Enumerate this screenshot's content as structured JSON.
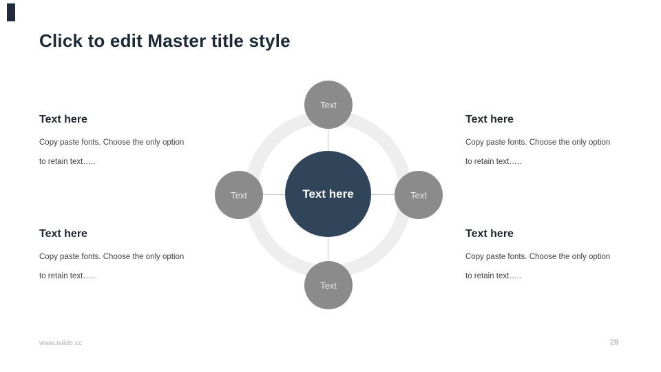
{
  "title": "Click to edit Master title style",
  "blocks": [
    {
      "position": "top-left",
      "heading": "Text here",
      "body_line1": "Copy paste fonts. Choose the only option",
      "body_line2": "to retain text….."
    },
    {
      "position": "top-right",
      "heading": "Text here",
      "body_line1": "Copy paste fonts. Choose the only option",
      "body_line2": "to retain text….."
    },
    {
      "position": "bottom-left",
      "heading": "Text here",
      "body_line1": "Copy paste fonts. Choose the only option",
      "body_line2": "to retain text….."
    },
    {
      "position": "bottom-right",
      "heading": "Text here",
      "body_line1": "Copy paste fonts. Choose the only option",
      "body_line2": "to retain text….."
    }
  ],
  "diagram": {
    "type": "radial-hub",
    "center_label": "Text here",
    "nodes": [
      {
        "position": "top",
        "label": "Text"
      },
      {
        "position": "left",
        "label": "Text"
      },
      {
        "position": "right",
        "label": "Text"
      },
      {
        "position": "bottom",
        "label": "Text"
      }
    ],
    "colors": {
      "hub": "#31455a",
      "node": "#8b8b8b",
      "ring": "#eeeeee",
      "connector": "#c9c9c9",
      "hub_text": "#ffffff",
      "node_text": "#e9e9e9"
    }
  },
  "accent_bar_color": "#1e2c3c",
  "footer": {
    "website": "www.islide.cc",
    "page_number": "29"
  }
}
